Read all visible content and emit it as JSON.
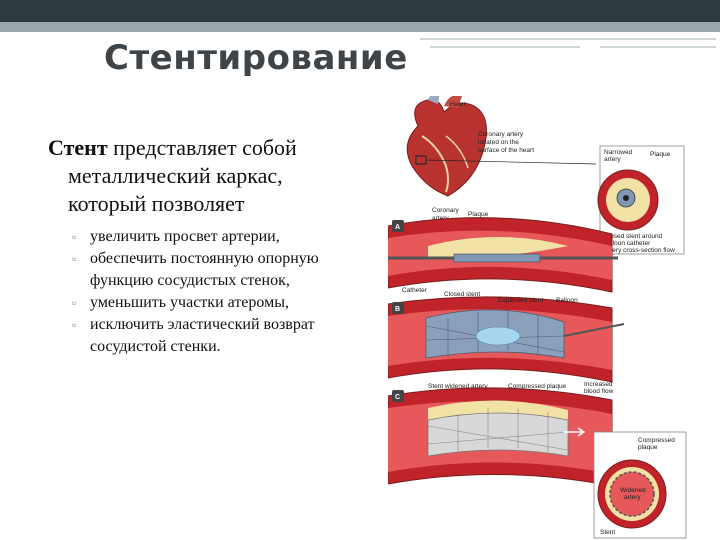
{
  "slide": {
    "title": "Стентирование",
    "lead_bold": "Стент",
    "lead_rest": " представляет собой",
    "lead_line2": "металлический каркас,",
    "lead_line3": "который позволяет",
    "bullets": [
      "увеличить просвет артерии,",
      "обеспечить постоянную опорную функцию сосудистых стенок,",
      "уменьшить участки атеромы,",
      "исключить эластический возврат сосудистой стенки."
    ]
  },
  "figure": {
    "label_heart": "Heart",
    "label_coronary_located_1": "Coronary artery",
    "label_coronary_located_2": "located on the",
    "label_coronary_located_3": "surface of the heart",
    "label_narrowed_1": "Narrowed",
    "label_narrowed_2": "artery",
    "label_plaque_top": "Plaque",
    "label_closed_stent_1": "Closed stent around",
    "label_closed_stent_2": "balloon catheter",
    "label_artery_reduced": "Artery cross-section flow",
    "label_coronary_artery_1": "Coronary",
    "label_coronary_artery_2": "artery",
    "label_plaque_a": "Plaque",
    "label_catheter": "Catheter",
    "label_closed_stent": "Closed stent",
    "label_expanded_stent": "Expanded stent",
    "label_balloon": "Balloon",
    "label_stent_widened": "Stent widened artery",
    "label_compressed_plaque": "Compressed plaque",
    "label_increased_flow_1": "Increased",
    "label_increased_flow_2": "blood flow",
    "label_compressed_plaque_2_1": "Compressed",
    "label_compressed_plaque_2_2": "plaque",
    "label_widened_1": "Widened",
    "label_widened_2": "artery",
    "label_stent": "Stent",
    "step_a": "A",
    "step_b": "B",
    "step_c": "C"
  },
  "colors": {
    "top_bar": "#2f3a3f",
    "accent_bar": "#9aa7ad",
    "artery_red": "#c0242a",
    "artery_inner": "#e6585a",
    "plaque": "#f2e2a6",
    "stent": "#7f97b3"
  }
}
